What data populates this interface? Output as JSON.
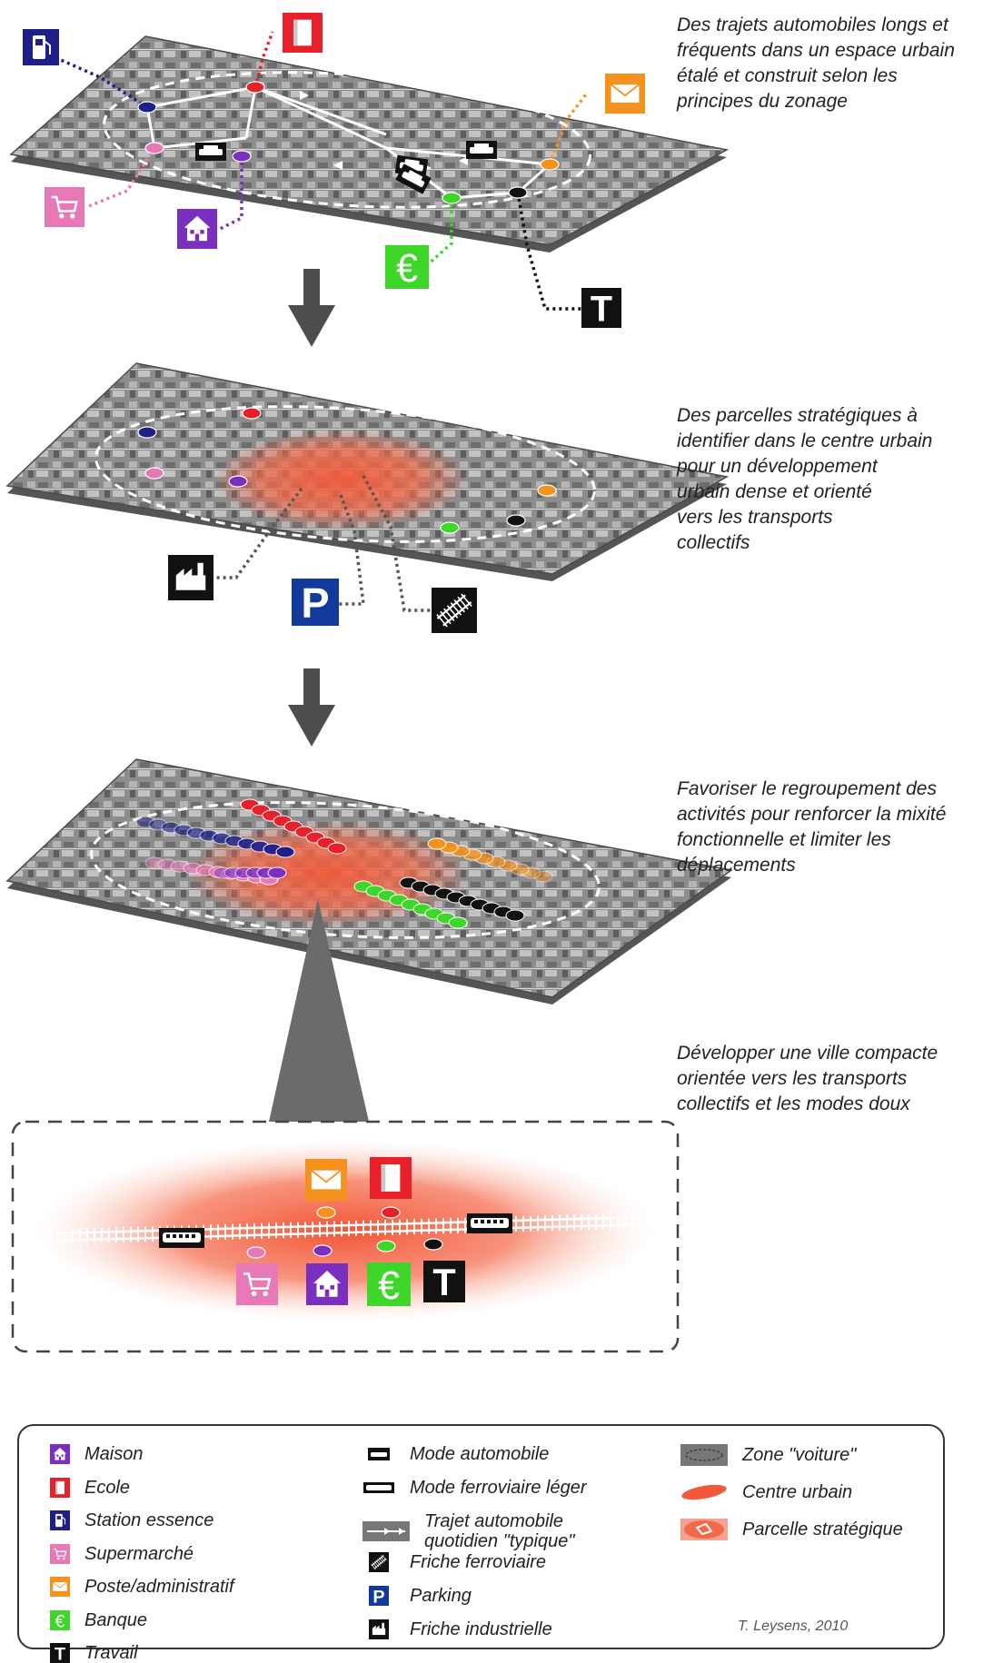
{
  "captions": [
    "Des trajets automobiles longs et\nfréquents dans un espace urbain\nétalé et construit selon les\nprincipes du zonage",
    "Des parcelles stratégiques à\nidentifier dans le centre urbain\n        pour un développement\n        urbain dense et orienté\n        vers les  transports\n        collectifs",
    "Favoriser le regroupement des\nactivités pour renforcer la mixité\n        fonctionnelle et limiter les\n        déplacements",
    "Développer une ville compacte\norientée vers les transports\ncollectifs et les modes doux"
  ],
  "colors": {
    "maison": "#7b2fbf",
    "ecole": "#e8202a",
    "station": "#1f1f8a",
    "supermarche": "#e879b8",
    "poste": "#f5921e",
    "banque": "#3ed629",
    "travail": "#111111",
    "parking": "#123a9c",
    "centre": "#f2593a",
    "zone": "#777777"
  },
  "icons": {
    "station": "fuel-pump-icon",
    "ecole": "book-icon",
    "poste": "envelope-icon",
    "supermarche": "cart-icon",
    "maison": "house-icon",
    "banque": "euro-icon",
    "travail": "letter-t-icon",
    "friche_industrielle": "factory-icon",
    "parking": "parking-icon",
    "friche_ferroviaire": "rail-track-icon",
    "auto": "car-icon",
    "train": "tram-icon"
  },
  "glyphs": {
    "banque": "€",
    "travail": "T",
    "parking": "P"
  },
  "legend": {
    "col1": [
      {
        "key": "maison",
        "label": "Maison"
      },
      {
        "key": "ecole",
        "label": "Ecole"
      },
      {
        "key": "station",
        "label": "Station essence"
      },
      {
        "key": "supermarche",
        "label": "Supermarché"
      },
      {
        "key": "poste",
        "label": "Poste/administratif"
      },
      {
        "key": "banque",
        "label": "Banque"
      },
      {
        "key": "travail",
        "label": "Travail"
      }
    ],
    "col2": [
      {
        "key": "auto",
        "label": "Mode automobile"
      },
      {
        "key": "train",
        "label": "Mode ferroviaire léger"
      },
      {
        "key": "trajet",
        "label": "Trajet automobile\nquotidien \"typique\""
      },
      {
        "key": "friche_ferroviaire",
        "label": "Friche ferroviaire"
      },
      {
        "key": "parking",
        "label": "Parking"
      },
      {
        "key": "friche_industrielle",
        "label": "Friche industrielle"
      }
    ],
    "col3": [
      {
        "key": "zone",
        "label": "Zone \"voiture\""
      },
      {
        "key": "centre",
        "label": "Centre urbain"
      },
      {
        "key": "parcelle",
        "label": "Parcelle stratégique"
      }
    ]
  },
  "credit": "T. Leysens, 2010"
}
